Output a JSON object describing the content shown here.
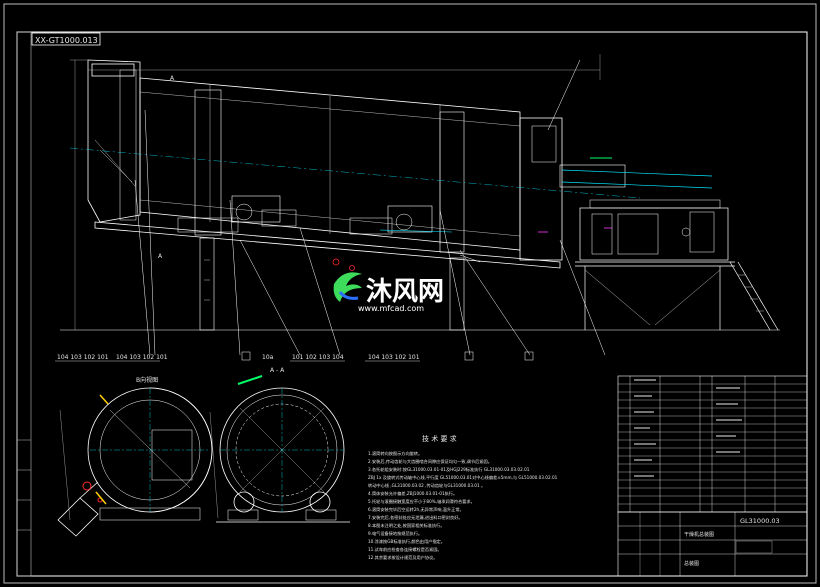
{
  "drawing": {
    "code_box": "XX-GT1000.013",
    "watermark_text": "沐风网",
    "watermark_url": "www.mfcad.com",
    "section_label": "A - A",
    "end_view_label": "B向视图",
    "callouts_left": "104  103  102  101",
    "callouts_mid_a": "104  103  102  101",
    "callouts_mid_b": "101  102  103  104",
    "callouts_right": "104  103  102  101",
    "callout_single": "10a",
    "section_marks": [
      "A",
      "A"
    ],
    "tech_req_title": "技 术 要 求",
    "tech_req_lines": [
      "1.滚筒转向按图示方向旋转。",
      "2.安装后,传动齿轮与大齿圈啮合间隙应保证均匀一致,调节后紧固。",
      "3.各托轮组安装时:按GL31000.03.01-01及HGJ229标准执行 GL31000.03.03.02.01",
      "  ZBJ 1x 及旋转式传动轴中心线,平行度 GL51000.03.01对中心线偏差±5mm,与 GL51000.03.02.01",
      "  转动中心线 ,GL31000.03.02 ,传动齿轮与GL31000.03.01 。",
      "4.筒体安装允许偏差,ZBJ1000.03.01-01执行。",
      "5.托轮与滚圈接触宽度应不小于80%,轴承润滑符合要求。",
      "6.滚筒安装完毕后空运转2h,无异常声响,温升正常。",
      "7.安装完后,各密封处应无泄漏,进出料口密封良好。",
      "8.本图未注明之处,按国家相关标准执行。",
      "9.电气设备接地按规范执行。",
      "10.涂漆按GB标准执行,颜色由用户指定。",
      "11.试车前应检查各连接螺栓是否紧固。",
      "12.其余要求按设计规范及用户协议。"
    ],
    "title_block": {
      "drawing_name": "干燥机总装图",
      "drawing_no": "GL31000.03",
      "sheet_label": "总装图"
    }
  },
  "colors": {
    "background": "#000000",
    "line_white": "#ffffff",
    "line_cyan": "#00e5ff",
    "line_red": "#ff2a2a",
    "line_green": "#00ff66",
    "line_yellow": "#ffd000",
    "watermark_green": "#3ddc5a",
    "watermark_blue": "#2b6fff"
  }
}
